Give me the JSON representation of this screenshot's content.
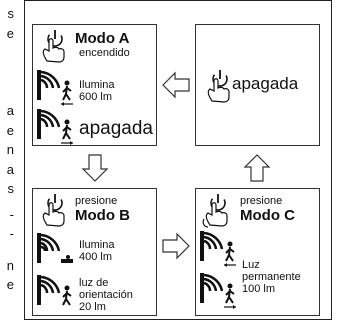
{
  "edge_fragments": [
    "s",
    "e",
    "",
    "",
    "a",
    "e",
    "n",
    "a",
    "s",
    "-",
    "-",
    "n",
    "e"
  ],
  "panels": {
    "modo_a": {
      "title": "Modo A",
      "subtitle": "encendido",
      "row1": "Ilumina\n600 lm",
      "row2": "apagada"
    },
    "off": {
      "label": "apagada"
    },
    "modo_b": {
      "prefix": "presione",
      "title": "Modo B",
      "row1": "Ilumina\n400 lm",
      "row2": "luz de\norientación\n20 lm"
    },
    "modo_c": {
      "prefix": "presione",
      "title": "Modo C",
      "row1": "Luz\npermanente\n100 lm"
    }
  },
  "icons": [
    "hand-press-icon",
    "motion-sensor-icon",
    "person-walking-icon",
    "arrow-left-icon",
    "arrow-right-icon",
    "arrow-up-icon",
    "arrow-down-icon"
  ]
}
